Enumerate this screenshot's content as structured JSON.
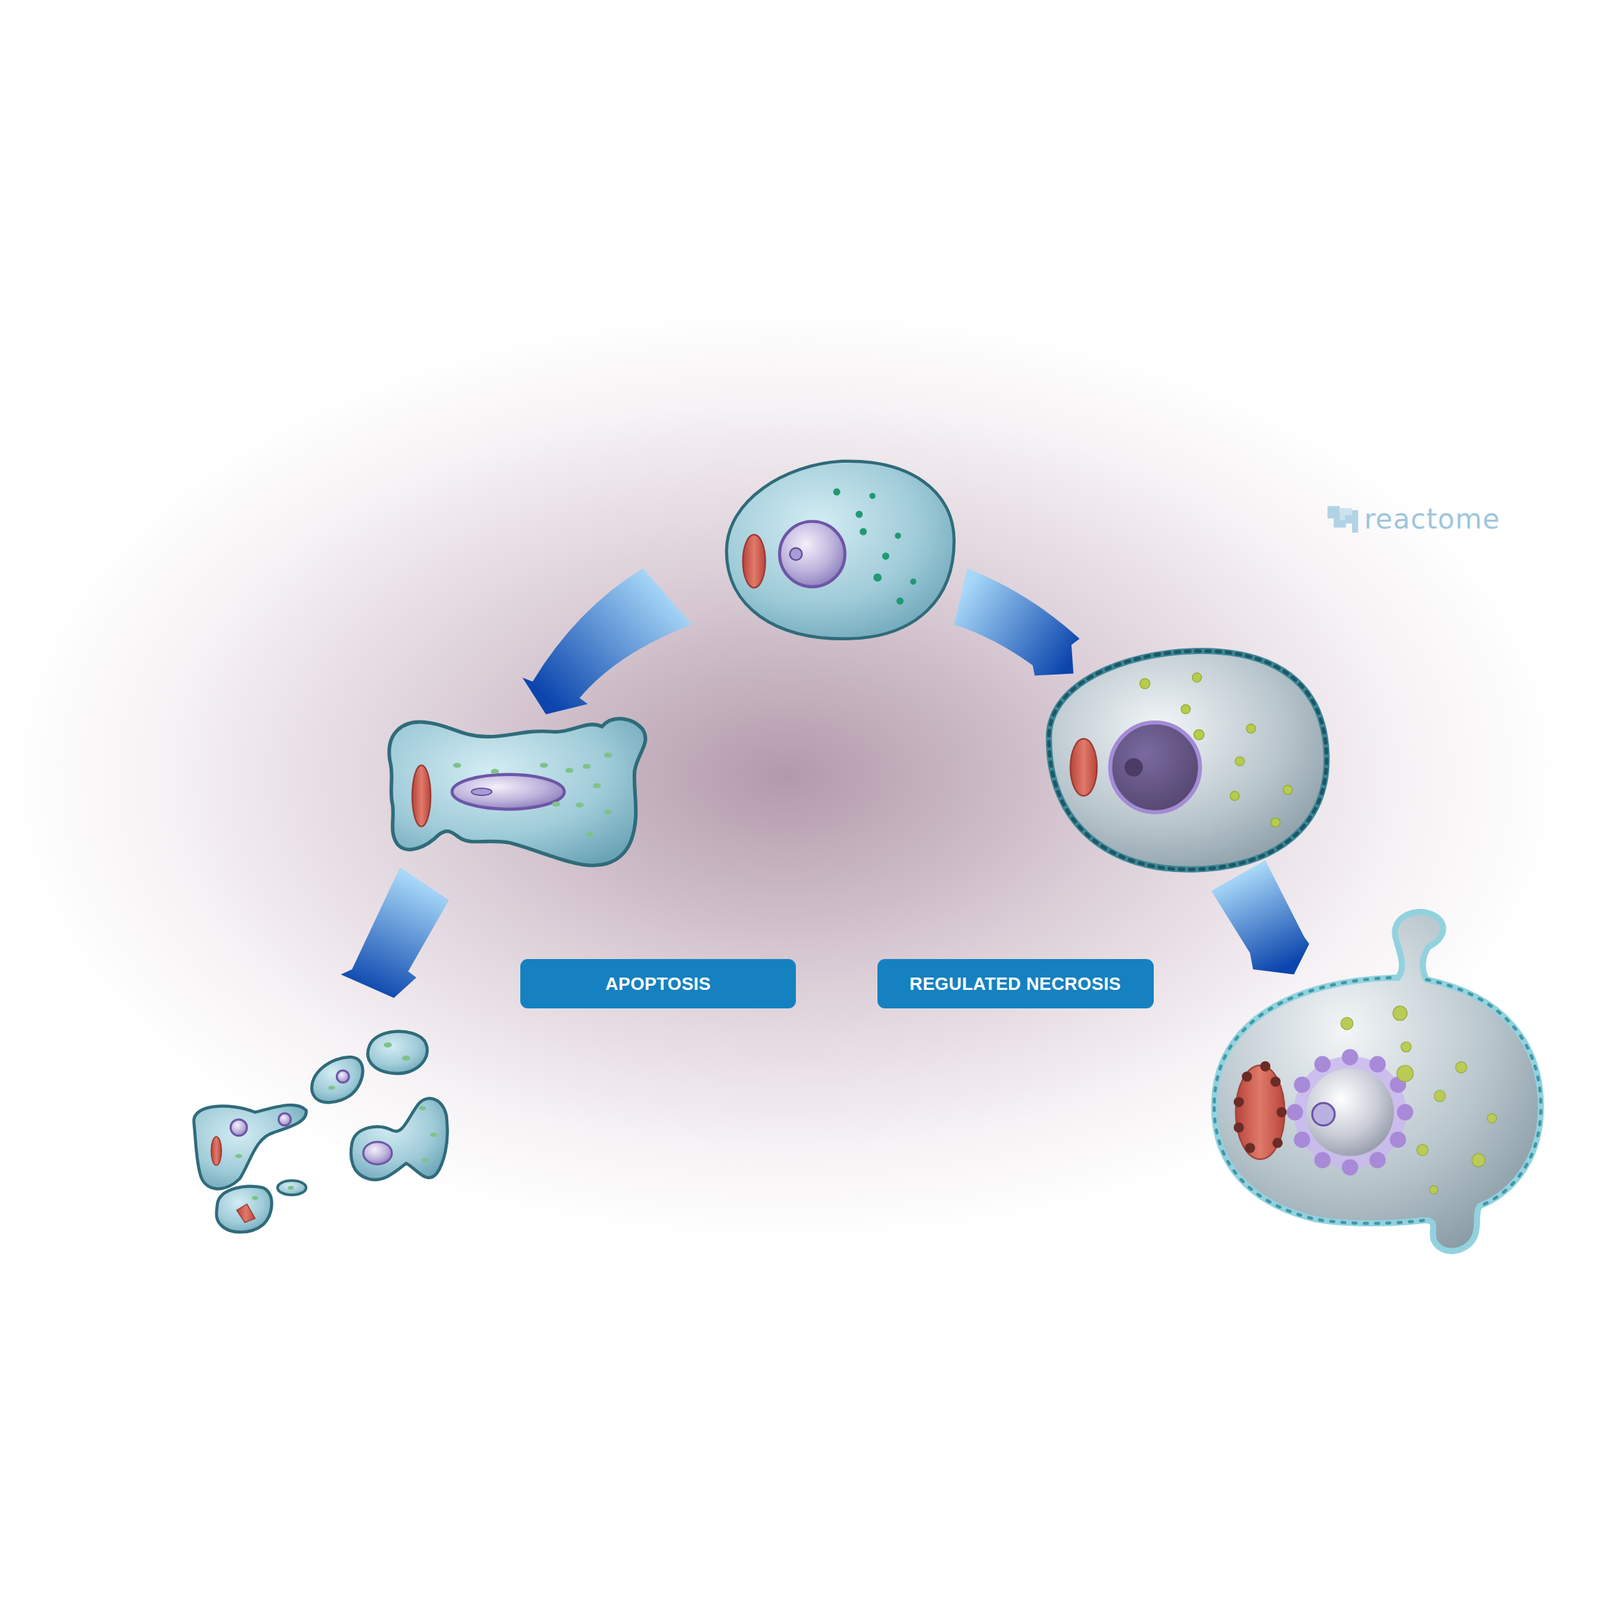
{
  "diagram": {
    "nodes": [
      {
        "text": [
          "APOPTOSIS"
        ]
      },
      {
        "text": [
          "REGULATED NECROSIS"
        ]
      }
    ],
    "labels": [
      "reactome"
    ]
  }
}
